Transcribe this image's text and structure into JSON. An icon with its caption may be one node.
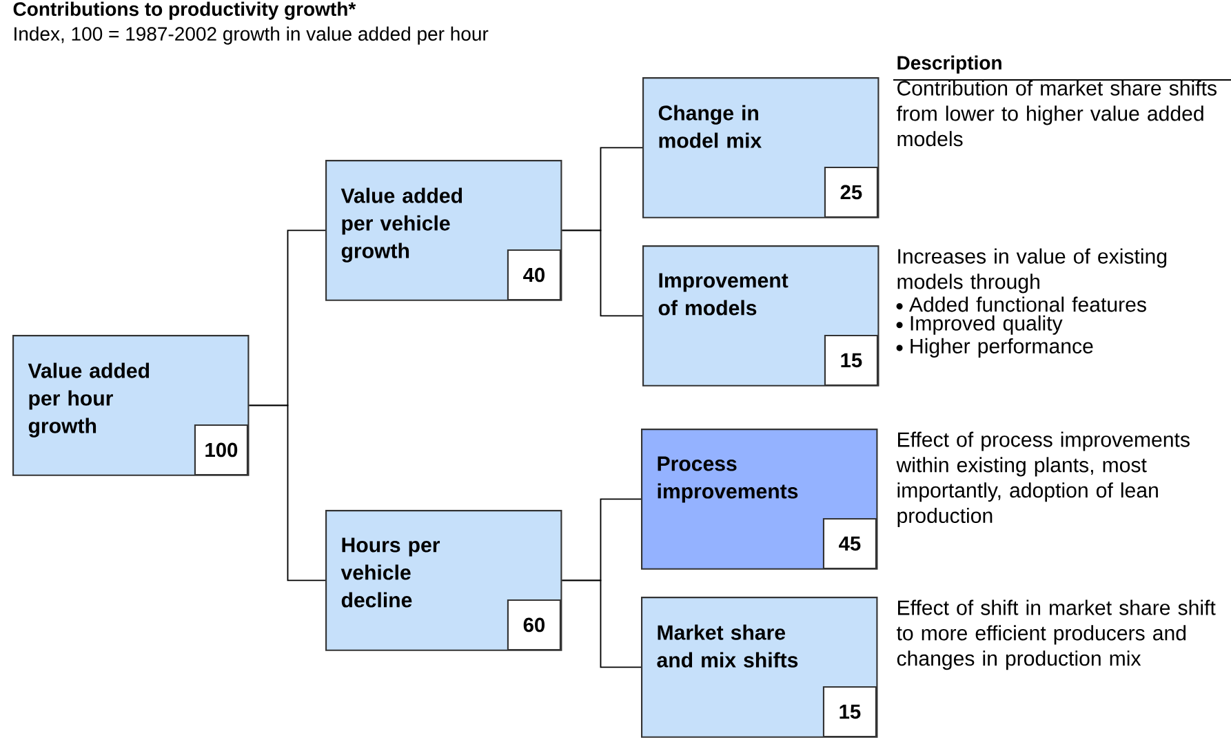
{
  "diagram": {
    "title": "Contributions to productivity growth*",
    "nodes": [
      {
        "text": [
          "Value added per hour growth",
          "100"
        ]
      },
      {
        "text": [
          "Value added per vehicle growth",
          "40"
        ]
      },
      {
        "text": [
          "Change in model mix",
          "25"
        ],
        "beside": [
          "Contribution of market share shifts from lower to higher value added models"
        ]
      },
      {
        "text": [
          "Improvement of models",
          "15"
        ],
        "beside": [
          "Increases in value of existing models through",
          "Added functional features",
          "Improved quality",
          "Higher performance"
        ]
      },
      {
        "text": [
          "Hours per vehicle decline",
          "60"
        ]
      },
      {
        "text": [
          "Process improvements",
          "45"
        ],
        "beside": [
          "Effect of process improvements within existing plants, most importantly, adoption of lean production"
        ]
      },
      {
        "text": [
          "Market share and mix shifts",
          "15"
        ],
        "beside": [
          "Effect of shift in market share shift to more efficient producers and changes in production mix"
        ]
      }
    ],
    "edges": [
      {
        "from": 0,
        "to": 1,
        "arrow": "none"
      },
      {
        "from": 0,
        "to": 4,
        "arrow": "none"
      },
      {
        "from": 1,
        "to": 2,
        "arrow": "none"
      },
      {
        "from": 1,
        "to": 3,
        "arrow": "none"
      },
      {
        "from": 4,
        "to": 5,
        "arrow": "none"
      },
      {
        "from": 4,
        "to": 6,
        "arrow": "none"
      }
    ],
    "labels": [
      "Index, 100 = 1987-2002 growth in value added per hour",
      "Description"
    ]
  }
}
